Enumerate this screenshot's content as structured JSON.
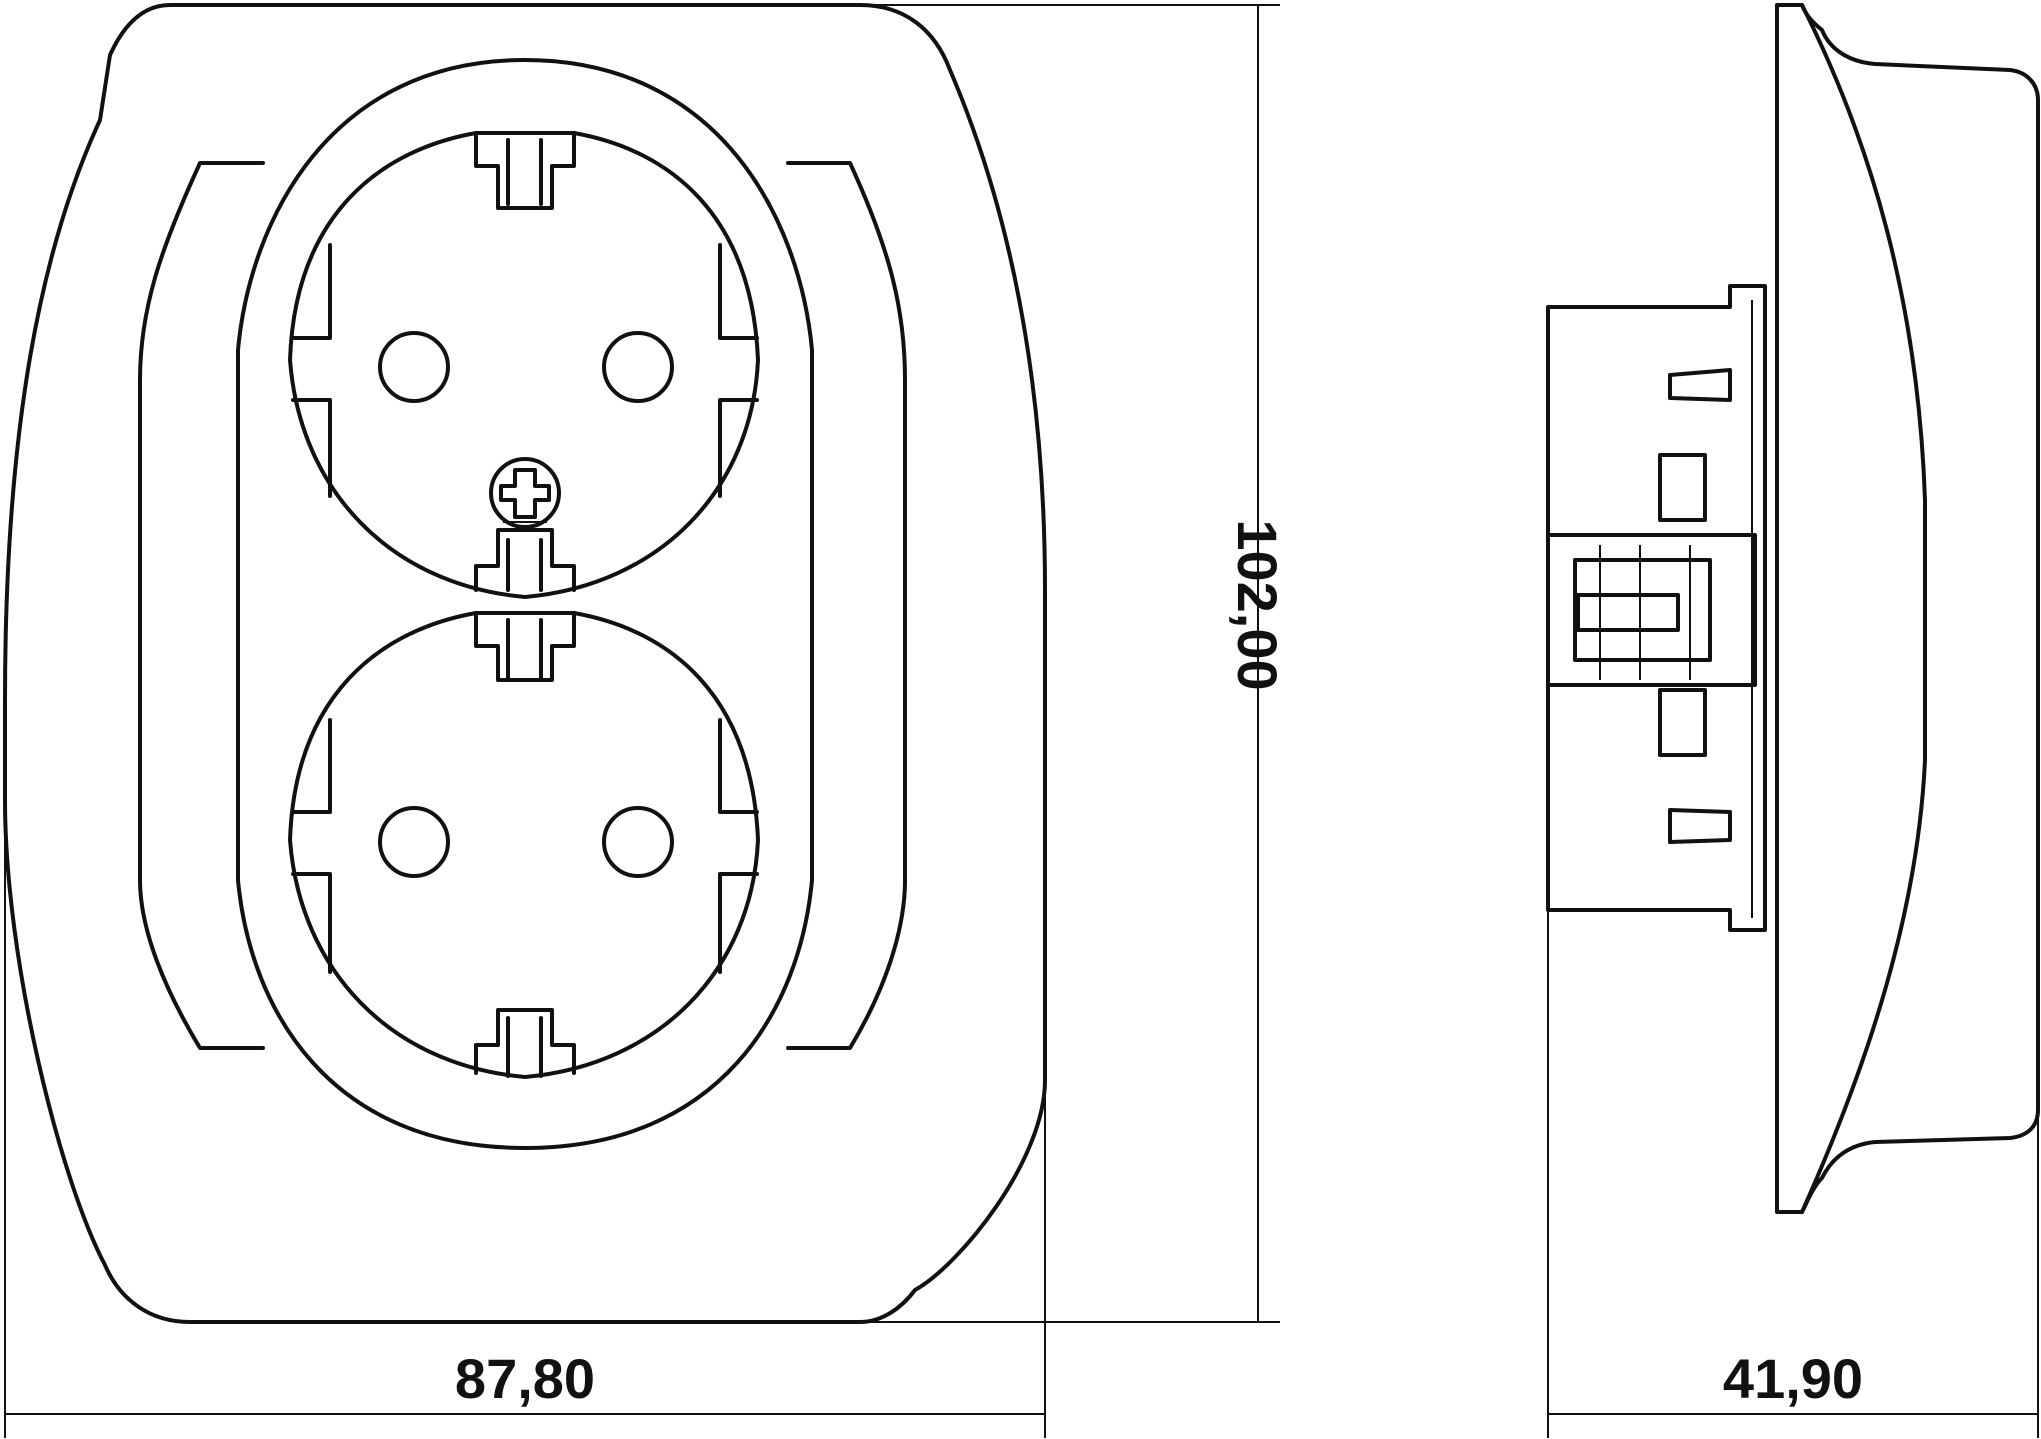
{
  "dimensions": {
    "width": "87,80",
    "height": "102,00",
    "depth": "41,90"
  }
}
